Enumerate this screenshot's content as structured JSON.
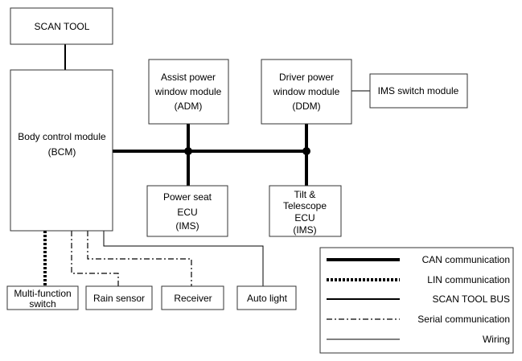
{
  "nodes": {
    "scan_tool": [
      "SCAN TOOL"
    ],
    "bcm": [
      "Body control module",
      "(BCM)"
    ],
    "adm": [
      "Assist power",
      "window module",
      "(ADM)"
    ],
    "ddm": [
      "Driver power",
      "window module",
      "(DDM)"
    ],
    "ims_switch": [
      "IMS switch module"
    ],
    "power_seat": [
      "Power seat",
      "ECU",
      "(IMS)"
    ],
    "tilt": [
      "Tilt &",
      "Telescope",
      "ECU",
      "(IMS)"
    ],
    "multifunction": [
      "Multi-function",
      "switch"
    ],
    "rain": [
      "Rain sensor"
    ],
    "receiver": [
      "Receiver"
    ],
    "autolight": [
      "Auto light"
    ]
  },
  "legend": [
    {
      "label": "CAN communication",
      "style": "can"
    },
    {
      "label": "LIN communication",
      "style": "lin"
    },
    {
      "label": "SCAN TOOL BUS",
      "style": "scan"
    },
    {
      "label": "Serial communication",
      "style": "serial"
    },
    {
      "label": "Wiring",
      "style": "wiring"
    }
  ],
  "colors": {
    "line": "#000000",
    "box_border": "#333333"
  }
}
